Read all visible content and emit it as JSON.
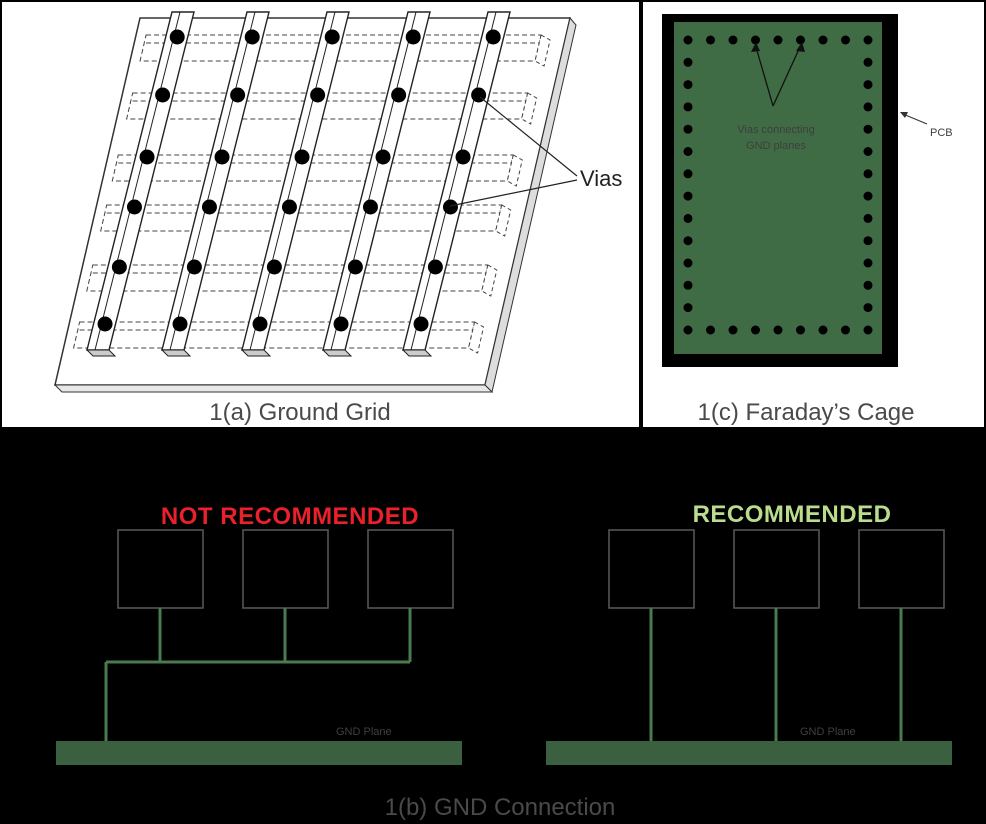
{
  "panel_a": {
    "caption": "1(a) Ground Grid",
    "callout_label": "Vias"
  },
  "panel_c": {
    "caption": "1(c) Faraday’s Cage",
    "via_label_line1": "Vias connecting",
    "via_label_line2": "GND planes",
    "pcb_label": "PCB"
  },
  "panel_b": {
    "caption": "1(b) GND Connection",
    "left_heading": "NOT RECOMMENDED",
    "right_heading": "RECOMMENDED",
    "left_plane_label": "GND Plane",
    "right_plane_label": "GND Plane"
  },
  "colors": {
    "not_recommended": "#e8212a",
    "recommended": "#b9dc8e",
    "pcb_green": "#3f6b45",
    "trace_green": "#4a7a50",
    "plane_green": "#3a6040"
  }
}
